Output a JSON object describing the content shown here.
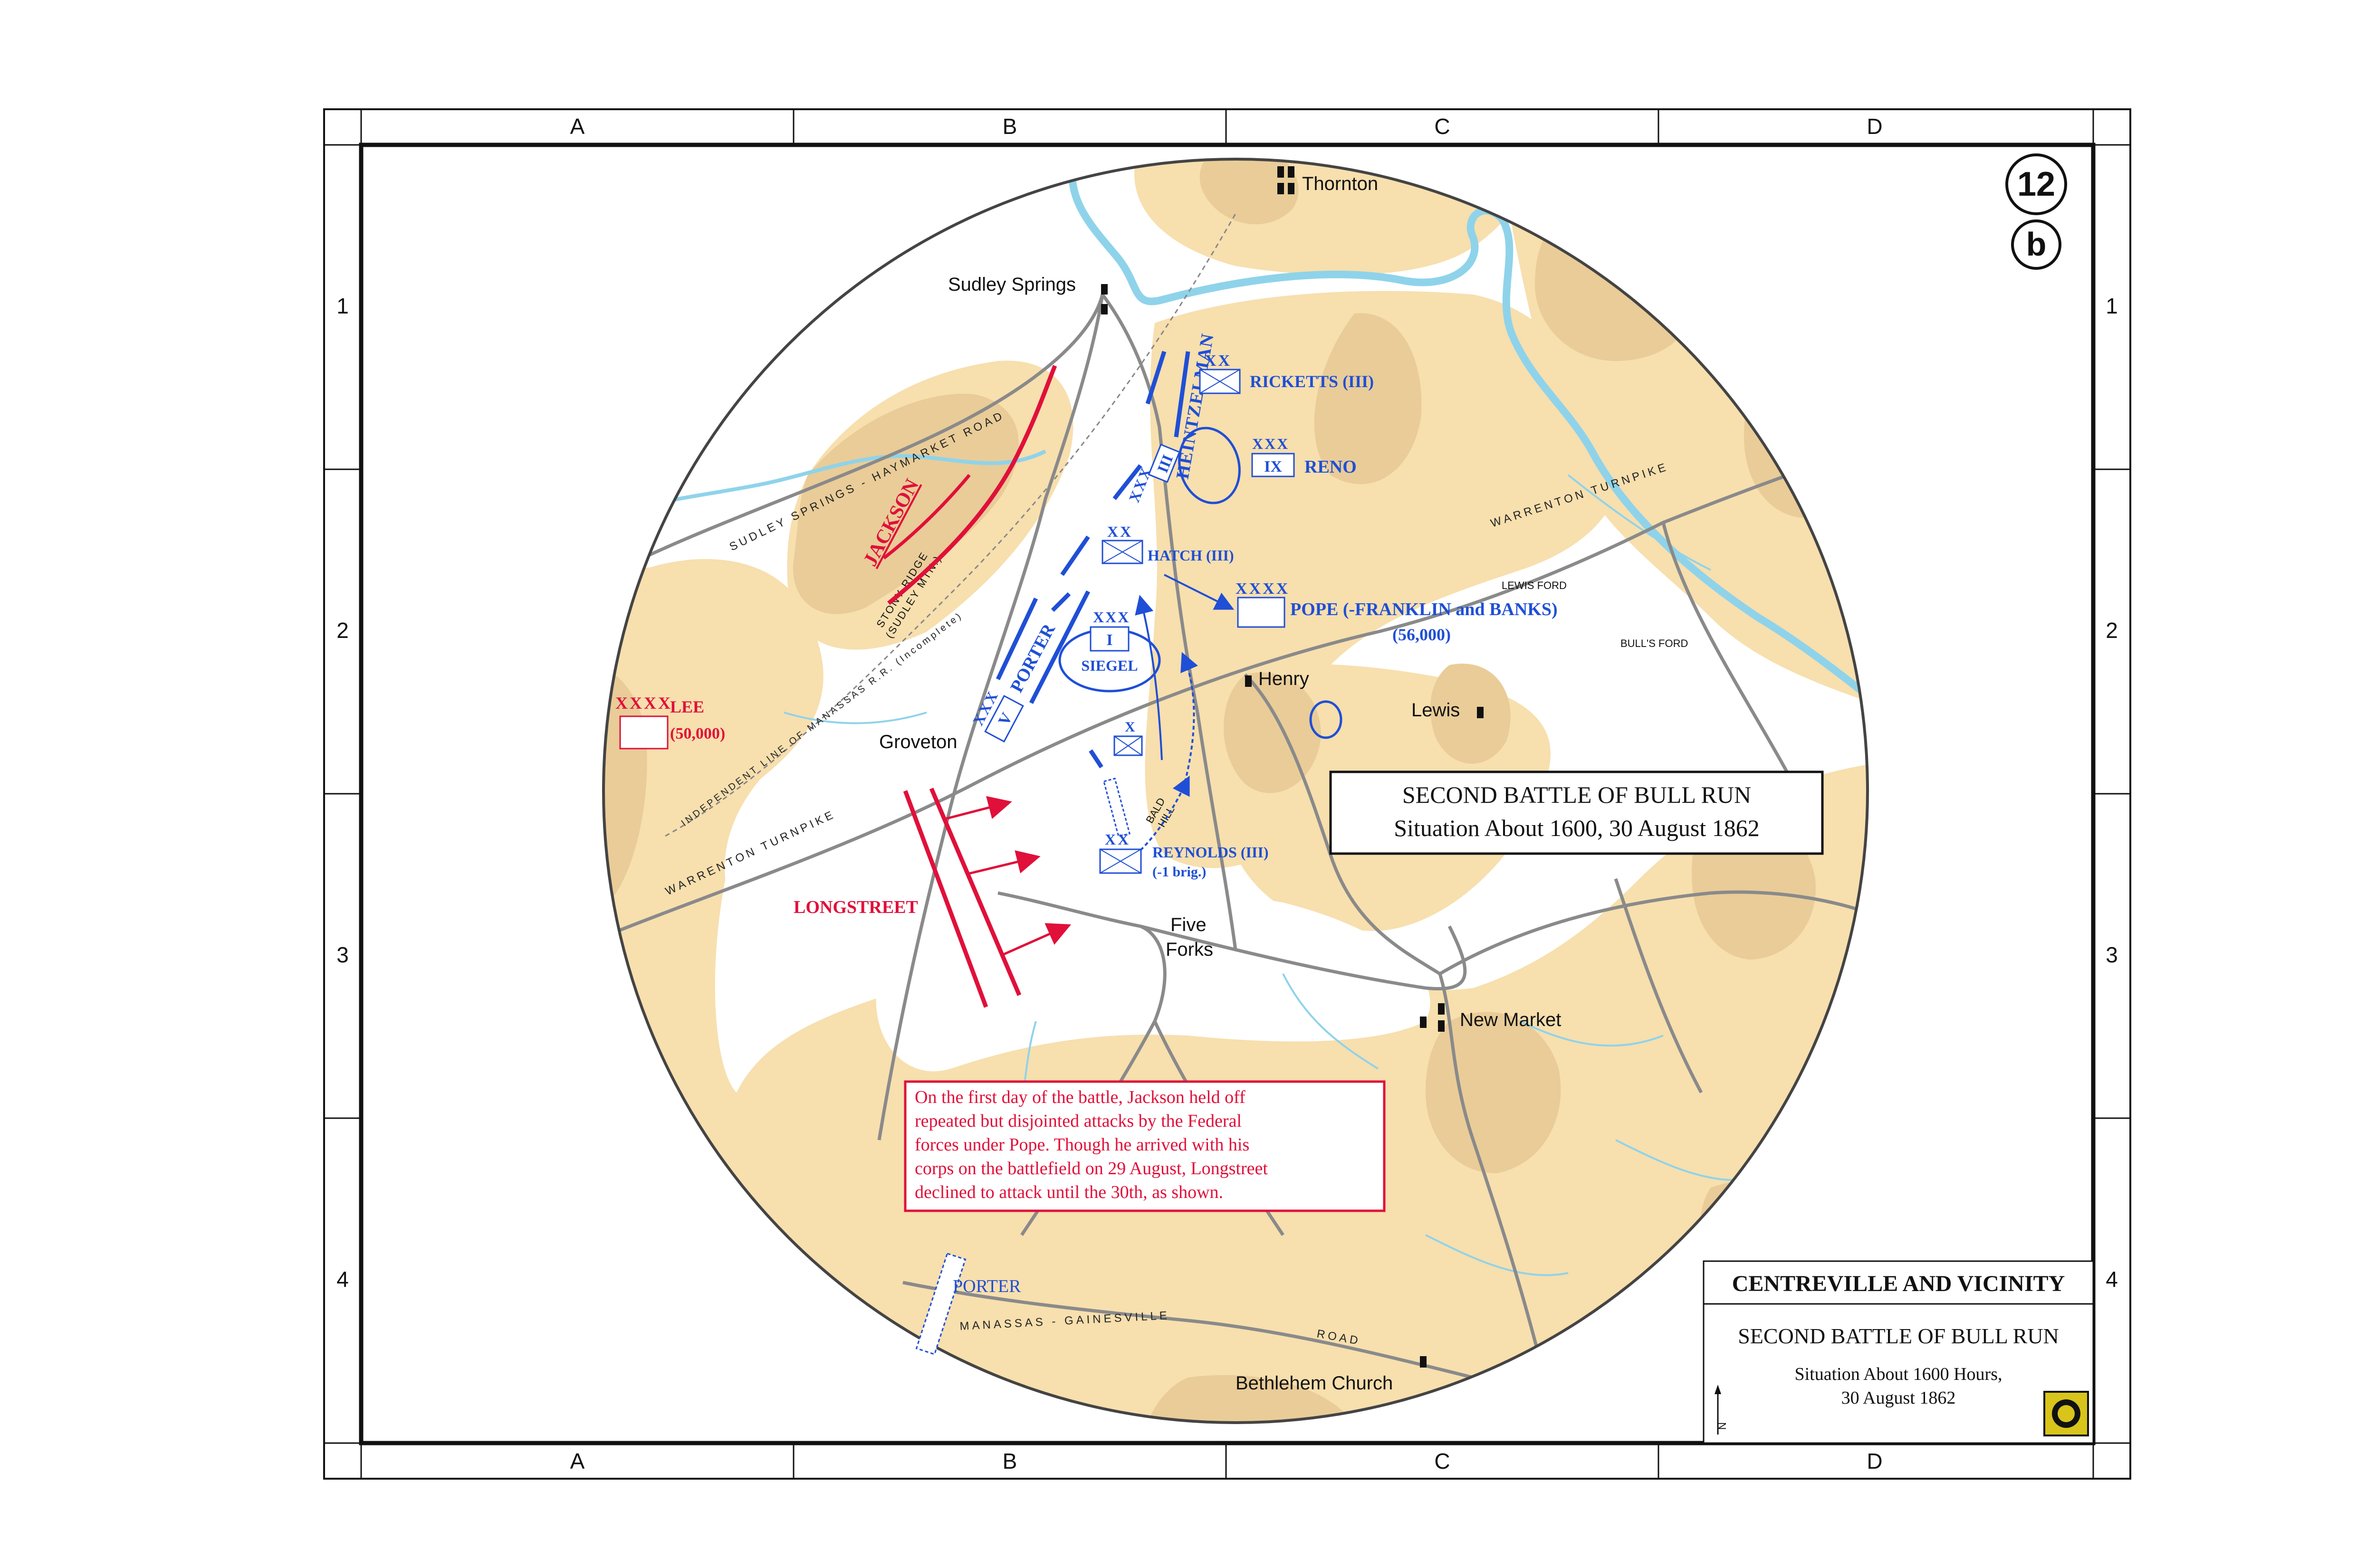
{
  "map_number": "12",
  "map_letter": "b",
  "grid": {
    "columns": [
      "A",
      "B",
      "C",
      "D"
    ],
    "rows": [
      "1",
      "2",
      "3",
      "4"
    ]
  },
  "places": {
    "thornton": "Thornton",
    "sudley_springs": "Sudley Springs",
    "groveton": "Groveton",
    "henry": "Henry",
    "lewis": "Lewis",
    "five_forks": [
      "Five",
      "Forks"
    ],
    "new_market": "New Market",
    "bethlehem_church": "Bethlehem Church",
    "lewis_ford": "LEWIS FORD",
    "bulls_ford": "BULL'S FORD",
    "stony_ridge": [
      "STONY RIDGE",
      "(SUDLEY MTN.)"
    ],
    "bald_hill": [
      "BALD",
      "HILL"
    ]
  },
  "roads": {
    "sudley_haymarket": "SUDLEY SPRINGS - HAYMARKET ROAD",
    "warrenton_turnpike_west": "WARRENTON TURNPIKE",
    "warrenton_turnpike_east": "WARRENTON TURNPIKE",
    "independent_line": "INDEPENDENT LINE OF MANASSAS R.R. (Incomplete)",
    "manassas_gainesville": "MANASSAS - GAINESVILLE",
    "road": "ROAD"
  },
  "union_units": {
    "ricketts": {
      "echelon": "XX",
      "label": "RICKETTS (III)"
    },
    "reno": {
      "echelon": "XXX",
      "corps": "IX",
      "label": "RENO"
    },
    "heintzelman": {
      "echelon": "XXX",
      "corps": "III",
      "label": "HEINTZELMAN"
    },
    "hatch": {
      "echelon": "XX",
      "label": "HATCH (III)"
    },
    "pope": {
      "echelon": "XXXX",
      "label": "POPE (-FRANKLIN and BANKS)",
      "strength": "(56,000)"
    },
    "siegel": {
      "echelon": "XXX",
      "corps": "I",
      "label": "SIEGEL"
    },
    "porter_main": {
      "echelon": "XXX",
      "corps": "V",
      "label": "PORTER"
    },
    "brigade": {
      "echelon": "X"
    },
    "reynolds": {
      "echelon": "XX",
      "label": "REYNOLDS (III)",
      "sub": "(-1 brig.)"
    },
    "porter_south": {
      "label": "PORTER"
    }
  },
  "confederate_units": {
    "jackson": {
      "label": "JACKSON"
    },
    "lee": {
      "echelon": "XXXX",
      "label": "LEE",
      "strength": "(50,000)"
    },
    "longstreet": {
      "label": "LONGSTREET"
    }
  },
  "situation_box": {
    "line1": "SECOND BATTLE OF BULL RUN",
    "line2": "Situation About 1600, 30 August 1862"
  },
  "note_box": {
    "lines": [
      "On the first day of the battle, Jackson held off",
      "repeated but disjointed attacks by the Federal",
      "forces under Pope. Though he arrived with his",
      "corps on the battlefield on 29 August, Longstreet",
      "declined to attack until the 30th, as shown."
    ]
  },
  "title_block": {
    "title": "CENTREVILLE AND VICINITY",
    "subtitle": "SECOND BATTLE OF BULL RUN",
    "line1": "Situation About 1600 Hours,",
    "line2": "30 August 1862",
    "north": "N"
  },
  "colors": {
    "union": "#1f4fd6",
    "confederate": "#e0103a",
    "terrain": "#f7dfae",
    "high_ground": "#e9cc98",
    "water": "#a9dcee",
    "road": "#8a8a8a"
  }
}
